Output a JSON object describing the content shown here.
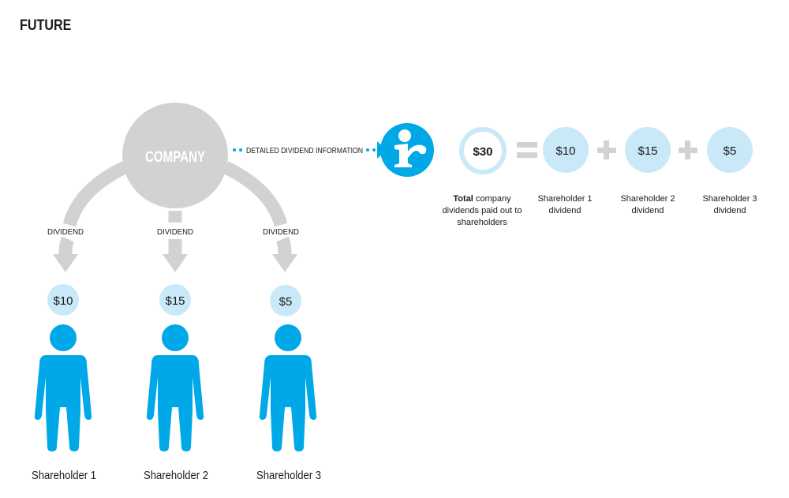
{
  "title": "FUTURE",
  "company_label": "COMPANY",
  "info_label": "DETAILED DIVIDEND INFORMATION",
  "dividend_label": "DIVIDEND",
  "shareholders": [
    {
      "name": "Shareholder 1",
      "amount": "$10",
      "caption_line1": "Shareholder 1",
      "caption_line2": "dividend"
    },
    {
      "name": "Shareholder 2",
      "amount": "$15",
      "caption_line1": "Shareholder 2",
      "caption_line2": "dividend"
    },
    {
      "name": "Shareholder 3",
      "amount": "$5",
      "caption_line1": "Shareholder 3",
      "caption_line2": "dividend"
    }
  ],
  "total": {
    "amount": "$30",
    "bold": "Total",
    "line1_rest": " company",
    "line2": "dividends paid out to",
    "line3": "shareholders"
  },
  "logo_text": "ir",
  "colors": {
    "blue": "#00a8e8",
    "light_blue": "#c9e9f9",
    "gray": "#d1d2d4"
  }
}
